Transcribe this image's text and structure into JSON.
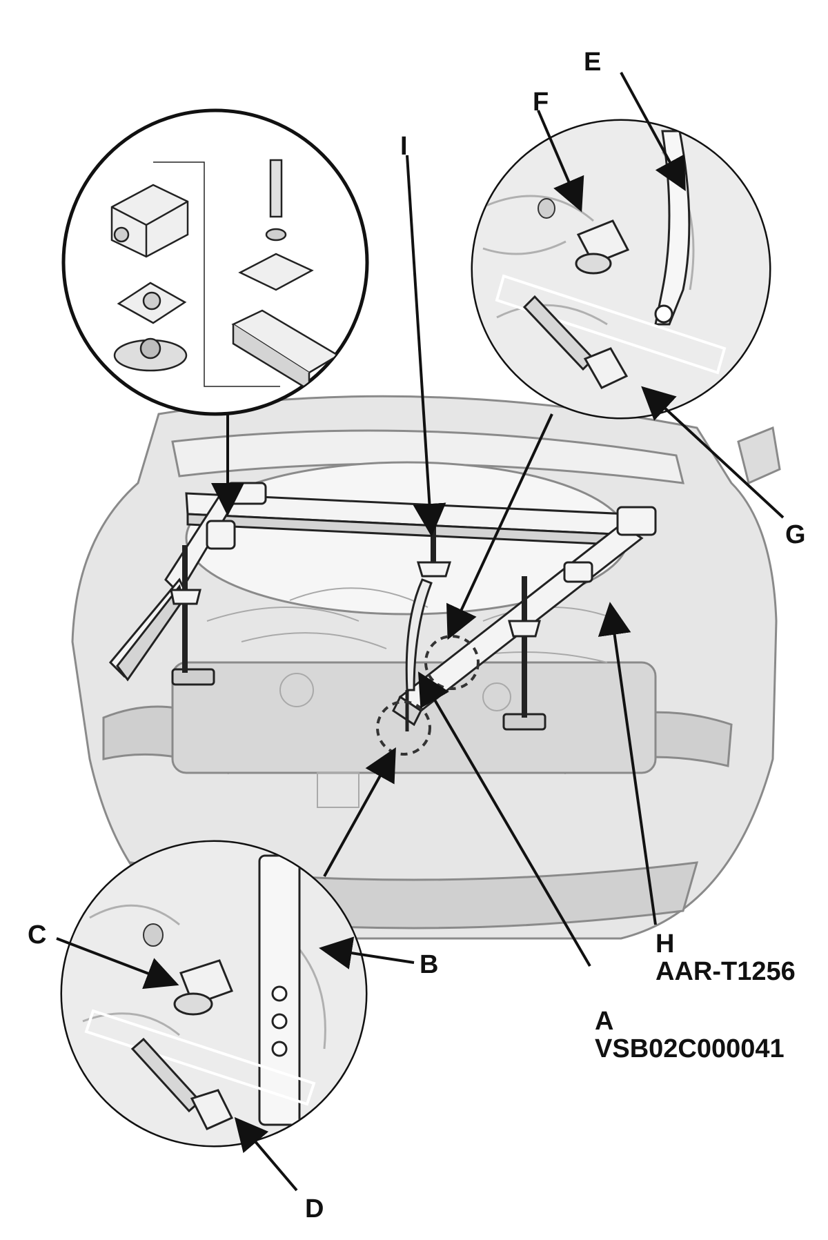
{
  "callouts": {
    "a": {
      "letter": "A",
      "part_number": "VSB02C000041"
    },
    "b": {
      "letter": "B"
    },
    "c": {
      "letter": "C"
    },
    "d": {
      "letter": "D"
    },
    "e": {
      "letter": "E"
    },
    "f": {
      "letter": "F"
    },
    "g": {
      "letter": "G"
    },
    "h": {
      "letter": "H",
      "part_number": "AAR-T1256"
    },
    "i": {
      "letter": "I"
    }
  },
  "colors": {
    "line": "#111111",
    "body_outline": "#8a8a8a",
    "body_fill": "#e6e6e6",
    "tool_fill": "#f4f4f4",
    "detail_fill": "#d9d9d9"
  },
  "icons": [
    "car-front-illustration",
    "support-bar-tool",
    "detail-magnifier-circle"
  ]
}
